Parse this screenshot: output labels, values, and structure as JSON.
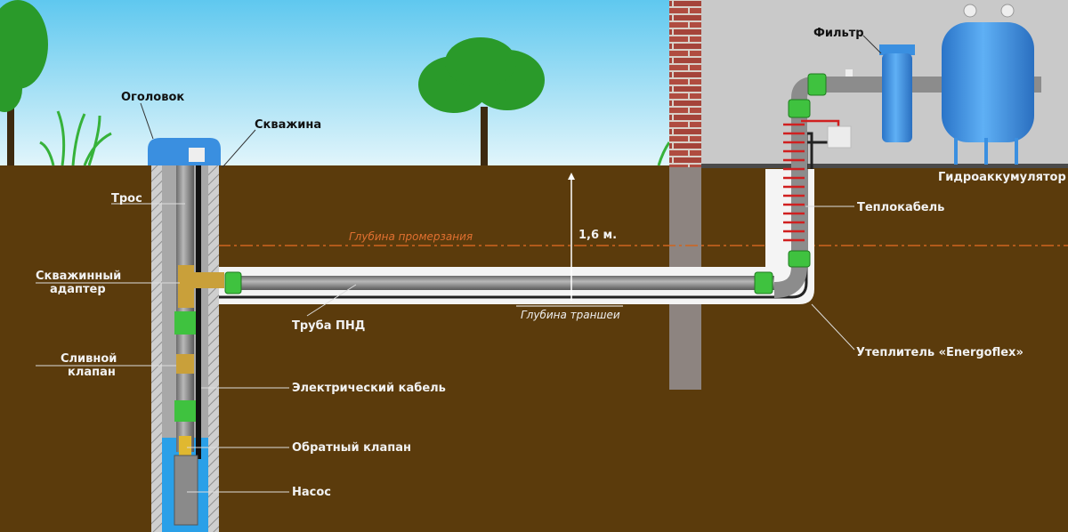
{
  "labels": {
    "head": "Оголовок",
    "well": "Скважина",
    "cable_rope": "Трос",
    "adapter_line1": "Скважинный",
    "adapter_line2": "адаптер",
    "drain_line1": "Сливной",
    "drain_line2": "клапан",
    "electric_cable": "Электрический кабель",
    "check_valve": "Обратный клапан",
    "pump": "Насос",
    "pipe": "Труба ПНД",
    "freeze_depth": "Глубина промерзания",
    "trench_depth": "Глубина траншеи",
    "depth_value": "1,6 м.",
    "filter": "Фильтр",
    "accumulator": "Гидроаккумулятор",
    "heat_cable": "Теплокабель",
    "insulation": "Утеплитель «Energoflex»"
  },
  "colors": {
    "soil": "#5b3b0c",
    "sky": "#bfe8f7",
    "indoor": "#c9c9c9",
    "pipe": "#8c8c8c",
    "fitting": "#3fc23f",
    "tank": "#3a8fe0",
    "freeze_line": "#d0641e"
  }
}
